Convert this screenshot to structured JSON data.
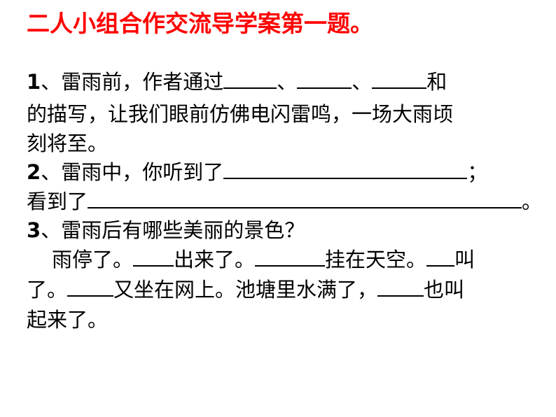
{
  "title": "二人小组合作交流导学案第一题。",
  "q1": {
    "num": "1",
    "line1_a": "、雷雨前，作者通过",
    "line1_sep1": "、",
    "line1_sep2": "、",
    "line1_end": "和",
    "line2": "的描写，让我们眼前仿佛电闪雷鸣，一场大雨顷",
    "line3": "刻将至。"
  },
  "q2": {
    "num": "2",
    "line1_a": "、雷雨中，你听到了",
    "line1_end": "；",
    "line2_a": "看到了",
    "line2_end": "。"
  },
  "q3": {
    "num": "3",
    "line1": "、雷雨后有哪些美丽的景色？",
    "l2_a": "雨停了。",
    "l2_b": "出来了。",
    "l2_c": "挂在天空。",
    "l2_d": "叫",
    "l3_a": "了。",
    "l3_b": "又坐在网上。池塘里水满了，",
    "l3_c": "也叫",
    "l4": "起来了。"
  }
}
